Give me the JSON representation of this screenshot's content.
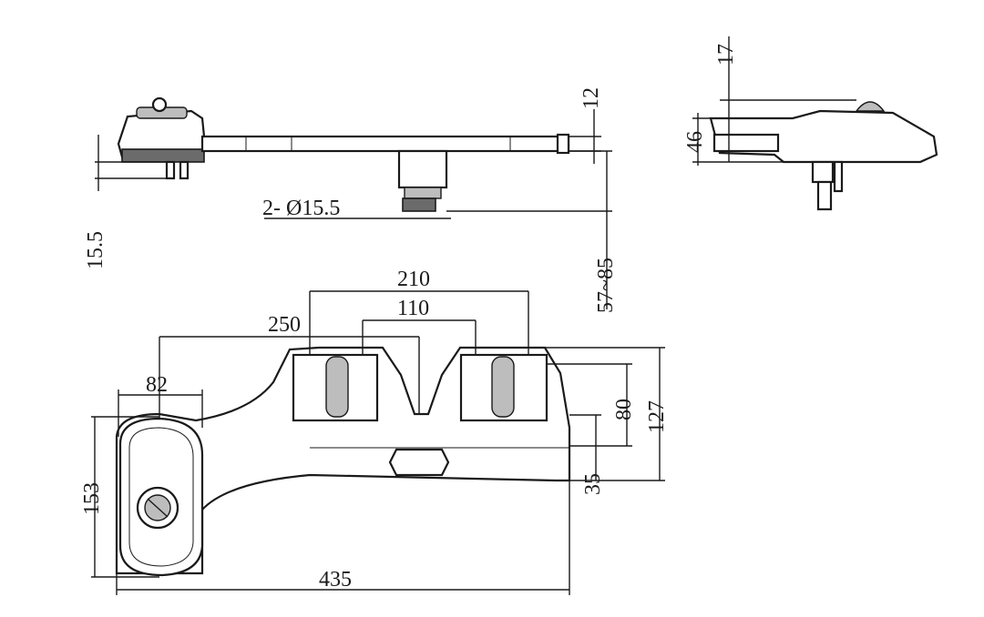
{
  "dimensions": {
    "top_view_height": "12",
    "top_view_left_offset": "15.5",
    "holes": "2- Ø15.5",
    "adjust_range": "57~85",
    "side_top": "17",
    "side_height": "46",
    "span_210": "210",
    "span_110": "110",
    "span_250": "250",
    "knob_width": "82",
    "body_height": "153",
    "slot_80": "80",
    "total_127": "127",
    "inner_35": "35",
    "total_length": "435"
  },
  "colors": {
    "line": "#1a1a1a",
    "shade": "#6b6b6b",
    "light": "#bdbdbd"
  }
}
